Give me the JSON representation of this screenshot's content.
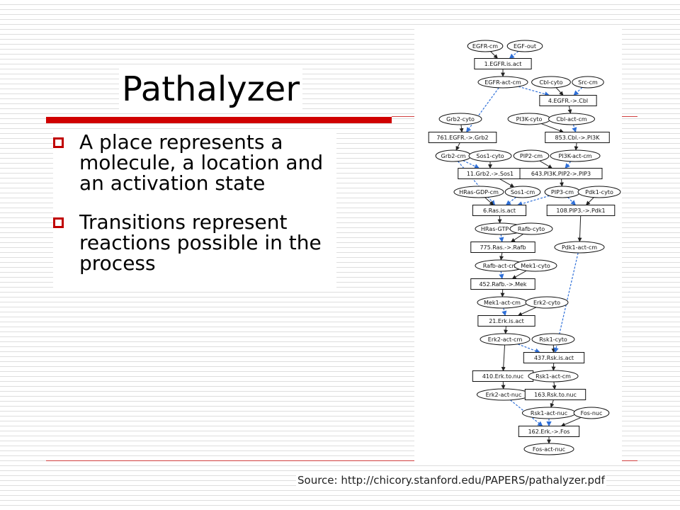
{
  "slide": {
    "title": "Pathalyzer",
    "bullets": [
      "A place represents a molecule, a location and an activation state",
      "Transitions represent reactions possible in the process"
    ],
    "source": "Source: http://chicory.stanford.edu/PAPERS/pathalyzer.pdf"
  },
  "colors": {
    "accent_red": "#d00000",
    "dashed_edge": "#2e6fd8",
    "solid_edge": "#222222"
  },
  "diagram": {
    "nodes": {
      "p1": {
        "kind": "place",
        "label": "EGFR-cm"
      },
      "p2": {
        "kind": "place",
        "label": "EGF-out"
      },
      "t1": {
        "kind": "transition",
        "label": "1.EGFR.is.act"
      },
      "p3": {
        "kind": "place",
        "label": "EGFR-act-cm"
      },
      "p4": {
        "kind": "place",
        "label": "Cbl-cyto"
      },
      "p5": {
        "kind": "place",
        "label": "Src-cm"
      },
      "t2": {
        "kind": "transition",
        "label": "4.EGFR.->.Cbl"
      },
      "p6": {
        "kind": "place",
        "label": "Grb2-cyto"
      },
      "p7": {
        "kind": "place",
        "label": "PI3K-cyto"
      },
      "p8": {
        "kind": "place",
        "label": "Cbl-act-cm"
      },
      "t3": {
        "kind": "transition",
        "label": "761.EGFR.->.Grb2"
      },
      "t4": {
        "kind": "transition",
        "label": "853.Cbl.->.PI3K"
      },
      "p9": {
        "kind": "place",
        "label": "Grb2-cm"
      },
      "p10": {
        "kind": "place",
        "label": "Sos1-cyto"
      },
      "p11": {
        "kind": "place",
        "label": "PIP2-cm"
      },
      "p12": {
        "kind": "place",
        "label": "PI3K-act-cm"
      },
      "t5": {
        "kind": "transition",
        "label": "11.Grb2.->.Sos1"
      },
      "t6": {
        "kind": "transition",
        "label": "643.PI3K.PIP2->.PIP3"
      },
      "p13": {
        "kind": "place",
        "label": "HRas-GDP-cm"
      },
      "p14": {
        "kind": "place",
        "label": "Sos1-cm"
      },
      "p15": {
        "kind": "place",
        "label": "PIP3-cm"
      },
      "p16": {
        "kind": "place",
        "label": "Pdk1-cyto"
      },
      "t7": {
        "kind": "transition",
        "label": "6.Ras.is.act"
      },
      "t8": {
        "kind": "transition",
        "label": "108.PIP3.->.Pdk1"
      },
      "p17": {
        "kind": "place",
        "label": "HRas-GTP-cm"
      },
      "p18": {
        "kind": "place",
        "label": "Rafb-cyto"
      },
      "t9": {
        "kind": "transition",
        "label": "775.Ras.->.Rafb"
      },
      "p19": {
        "kind": "place",
        "label": "Pdk1-act-cm"
      },
      "p20": {
        "kind": "place",
        "label": "Rafb-act-cm"
      },
      "p21": {
        "kind": "place",
        "label": "Mek1-cyto"
      },
      "t10": {
        "kind": "transition",
        "label": "452.Rafb.->.Mek"
      },
      "p22": {
        "kind": "place",
        "label": "Mek1-act-cm"
      },
      "p23": {
        "kind": "place",
        "label": "Erk2-cyto"
      },
      "t11": {
        "kind": "transition",
        "label": "21.Erk.is.act"
      },
      "p24": {
        "kind": "place",
        "label": "Erk2-act-cm"
      },
      "p25": {
        "kind": "place",
        "label": "Rsk1-cyto"
      },
      "t12": {
        "kind": "transition",
        "label": "437.Rsk.is.act"
      },
      "t13": {
        "kind": "transition",
        "label": "410.Erk.to.nuc"
      },
      "p26": {
        "kind": "place",
        "label": "Rsk1-act-cm"
      },
      "p27": {
        "kind": "place",
        "label": "Erk2-act-nuc"
      },
      "t14": {
        "kind": "transition",
        "label": "163.Rsk.to.nuc"
      },
      "p28": {
        "kind": "place",
        "label": "Rsk1-act-nuc"
      },
      "p29": {
        "kind": "place",
        "label": "Fos-nuc"
      },
      "t15": {
        "kind": "transition",
        "label": "162.Erk.->.Fos"
      },
      "p30": {
        "kind": "place",
        "label": "Fos-act-nuc"
      }
    },
    "edges": [
      {
        "from": "p1",
        "to": "t1",
        "style": "solid"
      },
      {
        "from": "p2",
        "to": "t1",
        "style": "dashed"
      },
      {
        "from": "t1",
        "to": "p3",
        "style": "solid"
      },
      {
        "from": "p3",
        "to": "t2",
        "style": "dashed"
      },
      {
        "from": "p4",
        "to": "t2",
        "style": "solid"
      },
      {
        "from": "p5",
        "to": "t2",
        "style": "dashed"
      },
      {
        "from": "p3",
        "to": "t3",
        "style": "dashed"
      },
      {
        "from": "p6",
        "to": "t3",
        "style": "solid"
      },
      {
        "from": "t2",
        "to": "p8",
        "style": "solid"
      },
      {
        "from": "p7",
        "to": "t4",
        "style": "solid"
      },
      {
        "from": "p8",
        "to": "t4",
        "style": "dashed"
      },
      {
        "from": "t3",
        "to": "p9",
        "style": "solid"
      },
      {
        "from": "t4",
        "to": "p12",
        "style": "solid"
      },
      {
        "from": "p9",
        "to": "t5",
        "style": "dashed"
      },
      {
        "from": "p10",
        "to": "t5",
        "style": "solid"
      },
      {
        "from": "p11",
        "to": "t6",
        "style": "solid"
      },
      {
        "from": "p12",
        "to": "t6",
        "style": "dashed"
      },
      {
        "from": "t5",
        "to": "p14",
        "style": "solid"
      },
      {
        "from": "t6",
        "to": "p15",
        "style": "solid"
      },
      {
        "from": "p9",
        "to": "t7",
        "style": "dashed"
      },
      {
        "from": "p13",
        "to": "t7",
        "style": "solid"
      },
      {
        "from": "p14",
        "to": "t7",
        "style": "dashed"
      },
      {
        "from": "p15",
        "to": "t7",
        "style": "dashed"
      },
      {
        "from": "p15",
        "to": "t8",
        "style": "dashed"
      },
      {
        "from": "p16",
        "to": "t8",
        "style": "solid"
      },
      {
        "from": "t7",
        "to": "p17",
        "style": "solid"
      },
      {
        "from": "p17",
        "to": "t9",
        "style": "dashed"
      },
      {
        "from": "p18",
        "to": "t9",
        "style": "solid"
      },
      {
        "from": "t8",
        "to": "p19",
        "style": "solid"
      },
      {
        "from": "t9",
        "to": "p20",
        "style": "solid"
      },
      {
        "from": "p20",
        "to": "t10",
        "style": "dashed"
      },
      {
        "from": "p21",
        "to": "t10",
        "style": "solid"
      },
      {
        "from": "t10",
        "to": "p22",
        "style": "solid"
      },
      {
        "from": "p22",
        "to": "t11",
        "style": "dashed"
      },
      {
        "from": "p23",
        "to": "t11",
        "style": "solid"
      },
      {
        "from": "t11",
        "to": "p24",
        "style": "solid"
      },
      {
        "from": "p24",
        "to": "t12",
        "style": "dashed"
      },
      {
        "from": "p25",
        "to": "t12",
        "style": "solid"
      },
      {
        "from": "p19",
        "to": "t12",
        "style": "dashed"
      },
      {
        "from": "p24",
        "to": "t13",
        "style": "solid"
      },
      {
        "from": "t12",
        "to": "p26",
        "style": "solid"
      },
      {
        "from": "t13",
        "to": "p27",
        "style": "solid"
      },
      {
        "from": "p26",
        "to": "t14",
        "style": "solid"
      },
      {
        "from": "t14",
        "to": "p28",
        "style": "solid"
      },
      {
        "from": "p27",
        "to": "t15",
        "style": "dashed"
      },
      {
        "from": "p28",
        "to": "t15",
        "style": "dashed"
      },
      {
        "from": "p29",
        "to": "t15",
        "style": "solid"
      },
      {
        "from": "t15",
        "to": "p30",
        "style": "solid"
      }
    ]
  }
}
